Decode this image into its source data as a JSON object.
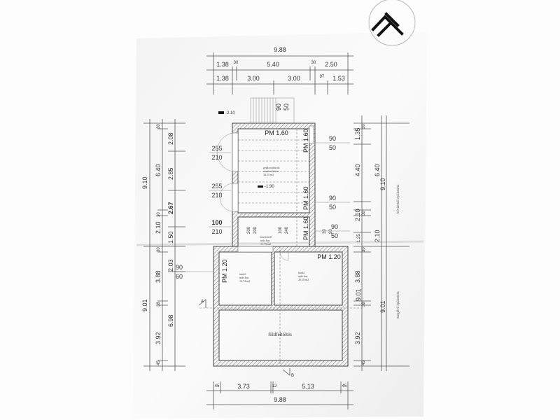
{
  "logo": {
    "text": "M"
  },
  "top_dims": {
    "total": "9.88",
    "row1": [
      "1.38",
      "30",
      "5.40",
      "30",
      "2.50"
    ],
    "row2": [
      "1.38",
      "3.00",
      "3.00",
      "97",
      "1.53"
    ]
  },
  "bottom_dims": {
    "row1": [
      "45",
      "3.73",
      "12",
      "5.13",
      "45"
    ],
    "total": "9.88"
  },
  "left_dims": {
    "outer": [
      "9.10",
      "9.01"
    ],
    "middle": [
      "30",
      "6.40",
      "30",
      "2.10",
      "30",
      "3.88",
      "38",
      "3.92",
      "45"
    ],
    "inner": [
      "2.08",
      "2.85",
      "2.67",
      "1.50",
      "2.03",
      "6.98"
    ]
  },
  "right_dims": {
    "col1": [
      "30",
      "1.35",
      "4.40",
      "2.10",
      "30",
      "1.25",
      "30",
      "3.88",
      "38",
      "3.92",
      "45"
    ],
    "col2": [
      "6.40",
      "2.10",
      "9.01"
    ],
    "col3": [
      "9.10",
      "9.01"
    ],
    "zone_upper": "bővítendő épületrész",
    "zone_lower": "meglévő épületrész"
  },
  "openings": {
    "door1": [
      "255",
      "210"
    ],
    "door2": [
      "255",
      "210"
    ],
    "door3": [
      "100",
      "210"
    ],
    "window_left": [
      "90",
      "60"
    ],
    "window_r1": [
      "90",
      "50"
    ],
    "window_r2": [
      "90",
      "50"
    ],
    "window_r3": [
      "90",
      "50"
    ],
    "stair": [
      "90",
      "50"
    ],
    "inner1": [
      "200",
      "200"
    ],
    "inner2": [
      "100",
      "240"
    ],
    "inner3": [
      "30",
      "90"
    ]
  },
  "levels": {
    "entry": "-2.10",
    "garage": "-1.90",
    "pm_top": "PM 1.60",
    "pm_right1": "PM 1.60",
    "pm_right2": "PM 1.60",
    "pm_right3": "PM 1.60",
    "pm_lower_right": "PM 1.20",
    "pm_lower_left": "PM 1.20"
  },
  "rooms": [
    {
      "name": "gépkocsitároló",
      "finish": "simított beton",
      "area": "34.55 m2"
    },
    {
      "name": "közlekedő",
      "finish": "műz.bur.",
      "area": "11.73 m2"
    },
    {
      "name": "tároló",
      "finish": "műz.bur.",
      "area": "14.74 m2"
    },
    {
      "name": "tároló",
      "finish": "műz.bur.",
      "area": "20.18 m2"
    },
    {
      "name": "földfeltöltés"
    }
  ],
  "sections": {
    "a": "A",
    "b": "B"
  }
}
